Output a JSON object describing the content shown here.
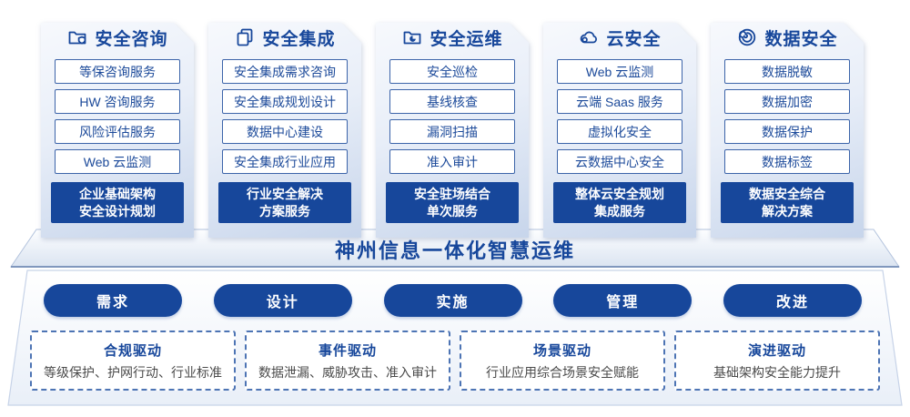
{
  "colors": {
    "primary_blue": "#17479b",
    "item_border_blue": "#3c64a9",
    "card_gradient_top": "#f7f9fd",
    "card_gradient_bottom": "#c7d5eb",
    "dashed_border_blue": "#4d74b4",
    "driver_desc_gray": "#4a4a4a",
    "banner_bottom_line": "#8097bd"
  },
  "columns": [
    {
      "title": "安全咨询",
      "icon": "folder-shield-icon",
      "items": [
        "等保咨询服务",
        "HW 咨询服务",
        "风险评估服务",
        "Web 云监测"
      ],
      "highlight": [
        "企业基础架构",
        "安全设计规划"
      ]
    },
    {
      "title": "安全集成",
      "icon": "documents-copy-icon",
      "items": [
        "安全集成需求咨询",
        "安全集成规划设计",
        "数据中心建设",
        "安全集成行业应用"
      ],
      "highlight": [
        "行业安全解决",
        "方案服务"
      ]
    },
    {
      "title": "安全运维",
      "icon": "folder-pie-icon",
      "items": [
        "安全巡检",
        "基线核查",
        "漏洞扫描",
        "准入审计"
      ],
      "highlight": [
        "安全驻场结合",
        "单次服务"
      ]
    },
    {
      "title": "云安全",
      "icon": "cloud-security-icon",
      "items": [
        "Web 云监测",
        "云端 Saas 服务",
        "虚拟化安全",
        "云数据中心安全"
      ],
      "highlight": [
        "整体云安全规划",
        "集成服务"
      ]
    },
    {
      "title": "数据安全",
      "icon": "data-spiral-icon",
      "items": [
        "数据脱敏",
        "数据加密",
        "数据保护",
        "数据标签"
      ],
      "highlight": [
        "数据安全综合",
        "解决方案"
      ]
    }
  ],
  "banner": {
    "title": "神州信息一体化智慧运维"
  },
  "process_pills": [
    "需求",
    "设计",
    "实施",
    "管理",
    "改进"
  ],
  "drivers": [
    {
      "title": "合规驱动",
      "desc": "等级保护、护网行动、行业标准"
    },
    {
      "title": "事件驱动",
      "desc": "数据泄漏、威胁攻击、准入审计"
    },
    {
      "title": "场景驱动",
      "desc": "行业应用综合场景安全赋能"
    },
    {
      "title": "演进驱动",
      "desc": "基础架构安全能力提升"
    }
  ]
}
